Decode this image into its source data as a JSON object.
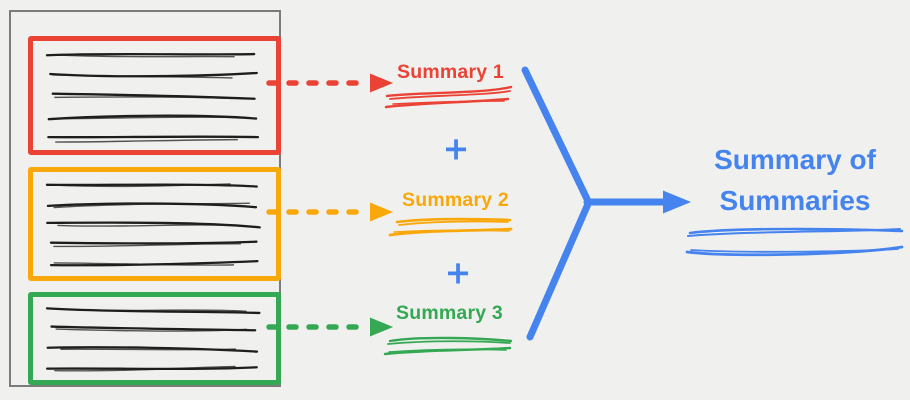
{
  "colors": {
    "red": "#EA4335",
    "orange": "#F9A80C",
    "green": "#34A853",
    "blue": "#4583EE",
    "ink": "#1e1e1e",
    "doc_border": "#7b7b7b",
    "background": "#f0f0ee"
  },
  "document": {
    "description": "source document split into three highlighted chunks of scribbled text",
    "chunks": [
      {
        "id": "chunk-1",
        "color": "red",
        "text_lines": 5
      },
      {
        "id": "chunk-2",
        "color": "orange",
        "text_lines": 5
      },
      {
        "id": "chunk-3",
        "color": "green",
        "text_lines": 4
      }
    ]
  },
  "summaries": [
    {
      "label": "Summary 1",
      "color": "red"
    },
    {
      "label": "Summary 2",
      "color": "orange"
    },
    {
      "label": "Summary 3",
      "color": "green"
    }
  ],
  "operator": {
    "plus": "+"
  },
  "result": {
    "label": "Summary of Summaries",
    "color": "blue"
  }
}
